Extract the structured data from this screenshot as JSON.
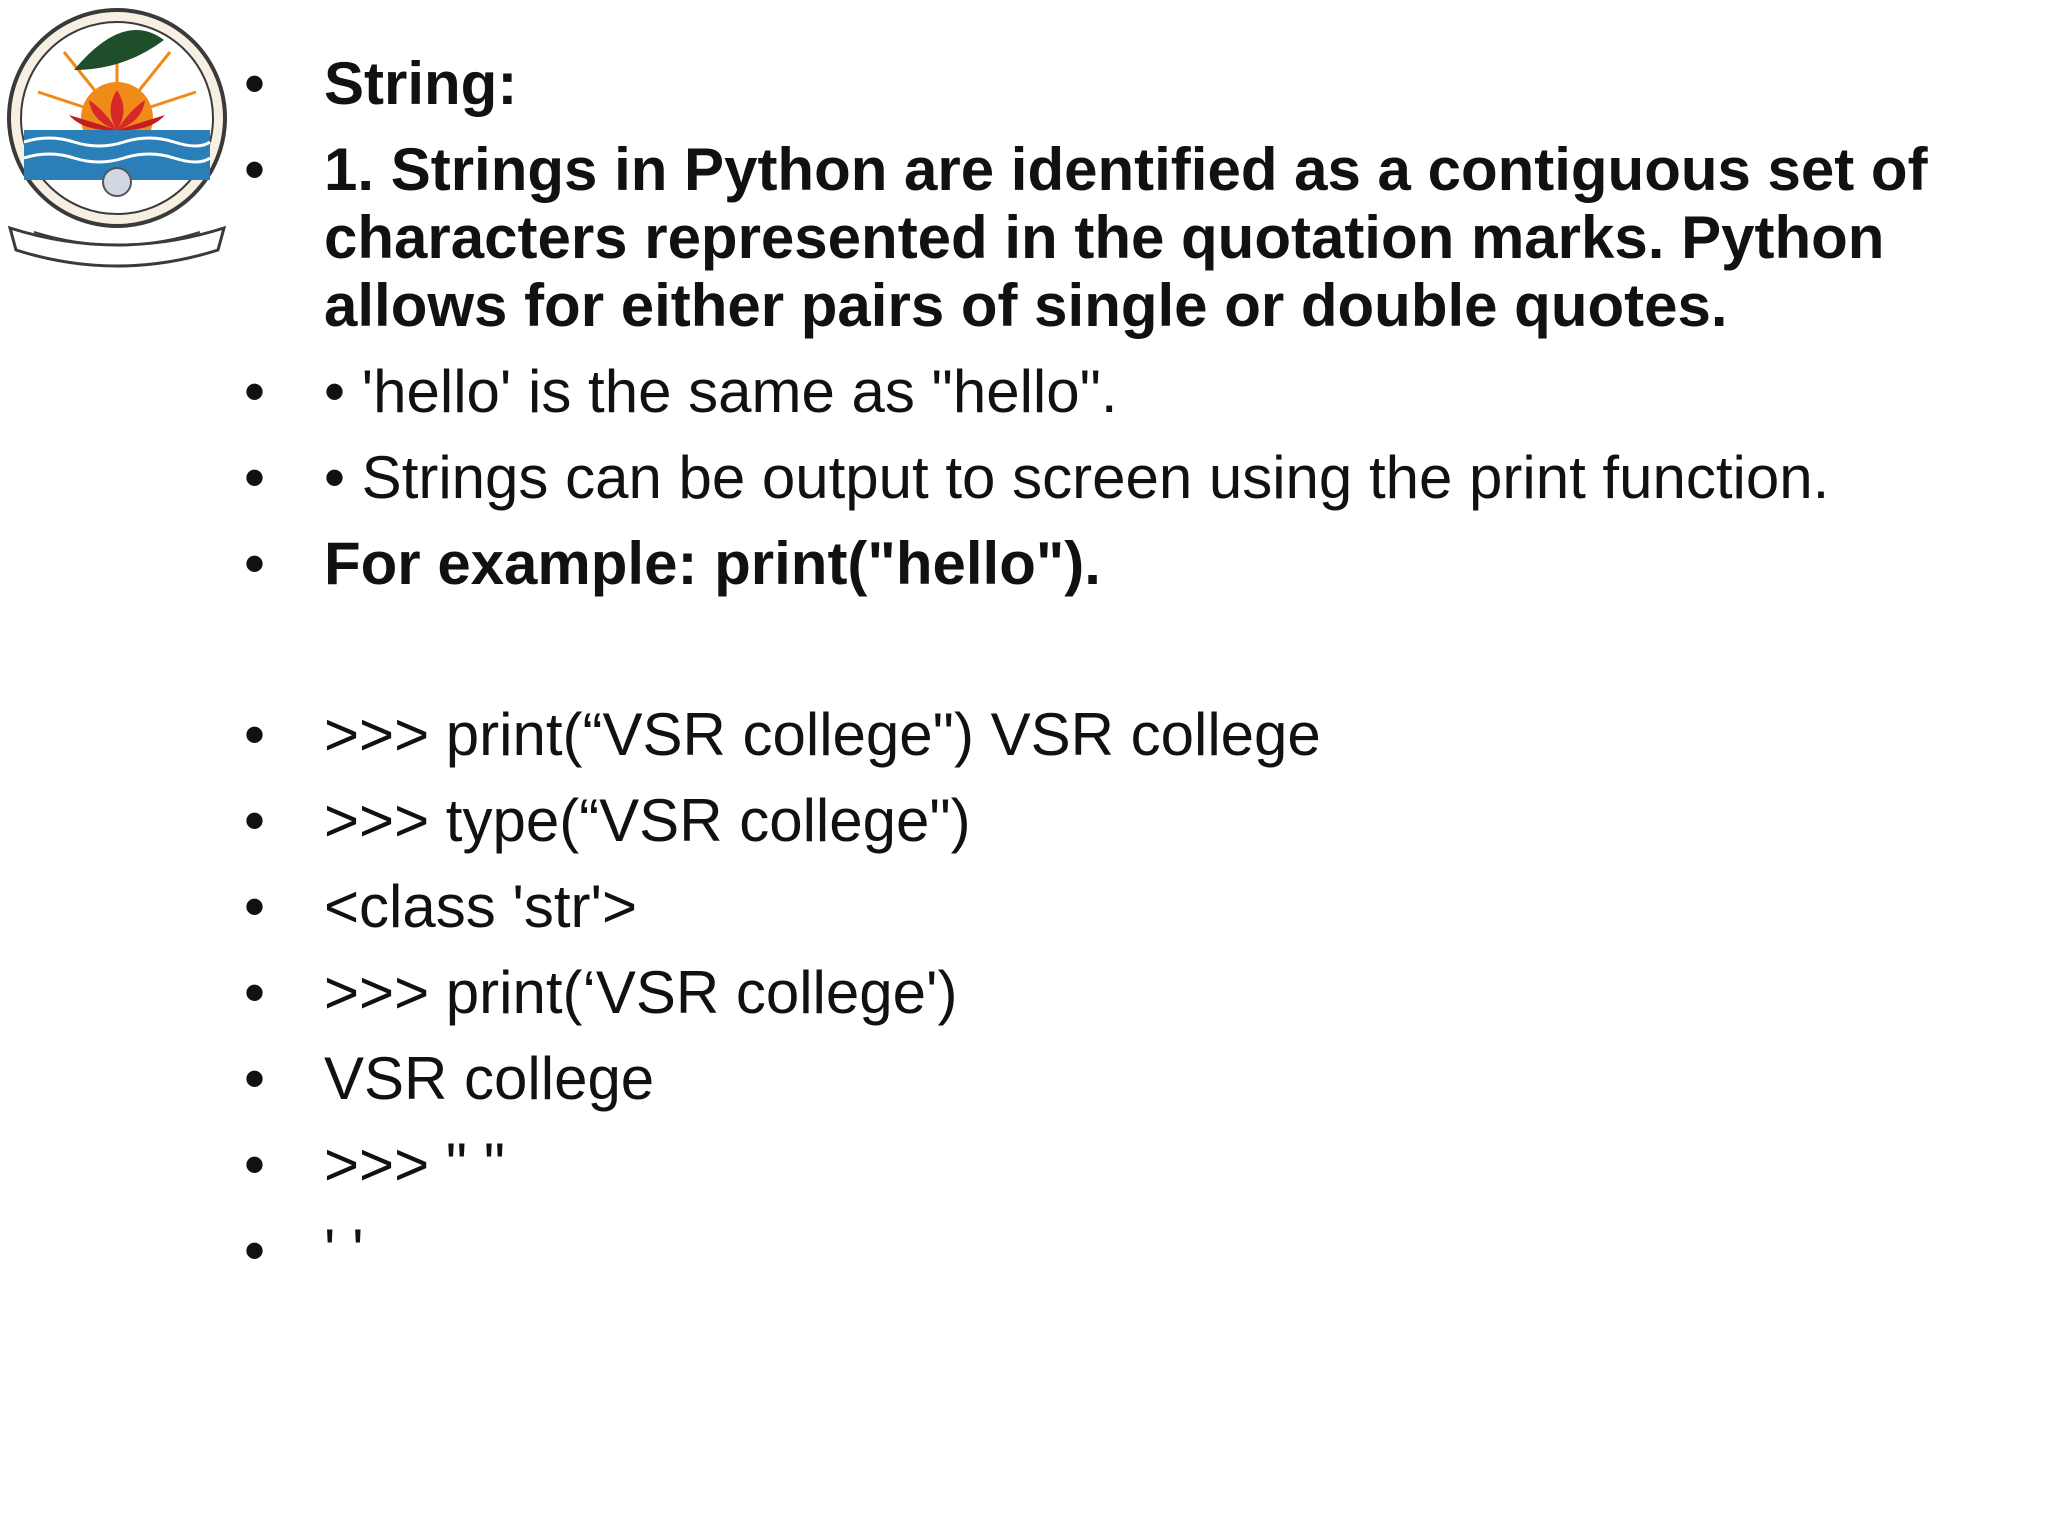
{
  "slide": {
    "logo": {
      "name": "college-seal",
      "colors": {
        "border": "#3a3a3a",
        "sun": "#f08a18",
        "lotus": "#d62828",
        "water": "#2a7fb8",
        "leaf": "#1f4f2a"
      }
    },
    "bullets": [
      "String:",
      "1. Strings in Python are identified as a contiguous set of characters represented in the quotation marks. Python allows for either pairs of single or double quotes.",
      "• 'hello' is the same as \"hello\".",
      "• Strings can be output to screen using the print function.",
      "For example: print(\"hello\").",
      ">>> print(“VSR college\") VSR college",
      ">>> type(“VSR college\")",
      "<class 'str'>",
      ">>> print(‘VSR college')",
      "VSR college",
      ">>> \" \"",
      "' '"
    ]
  }
}
